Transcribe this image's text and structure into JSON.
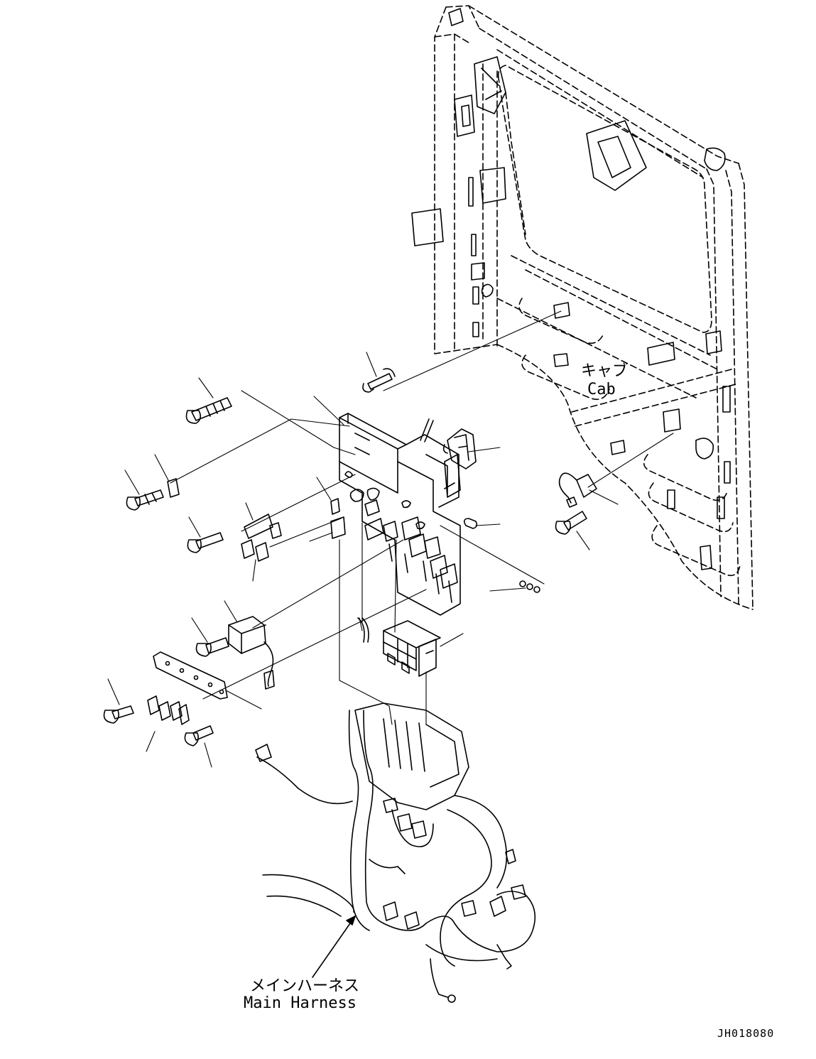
{
  "labels": {
    "cab_jp": "キャブ",
    "cab_en": "Cab",
    "harness_jp": "メインハーネス",
    "harness_en": "Main Harness"
  },
  "document_id": "JH018080"
}
